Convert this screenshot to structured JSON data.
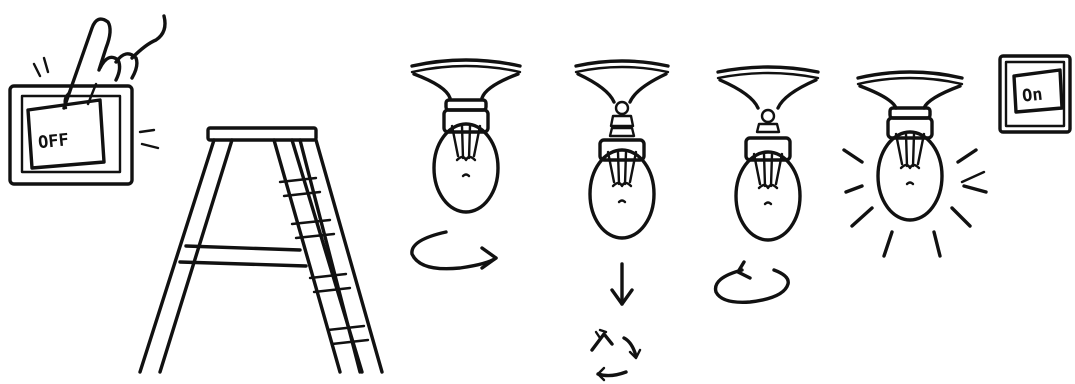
{
  "colors": {
    "ink": "#111111",
    "background": "#ffffff"
  },
  "steps": [
    {
      "id": "switch-off",
      "icon": "light-switch-icon",
      "label": "OFF"
    },
    {
      "id": "ladder",
      "icon": "step-ladder-icon"
    },
    {
      "id": "unscrew-bulb",
      "icon": "ceiling-bulb-icon",
      "arrow": "counterclockwise-arrow-icon"
    },
    {
      "id": "remove-bulb",
      "icon": "ceiling-bulb-icon",
      "arrow": "down-arrow-icon",
      "extra": "recycle-icon"
    },
    {
      "id": "screw-in-bulb",
      "icon": "ceiling-bulb-icon",
      "arrow": "clockwise-arrow-icon"
    },
    {
      "id": "bulb-lit",
      "icon": "lit-bulb-icon"
    },
    {
      "id": "switch-on",
      "icon": "light-switch-icon",
      "label": "On"
    }
  ]
}
